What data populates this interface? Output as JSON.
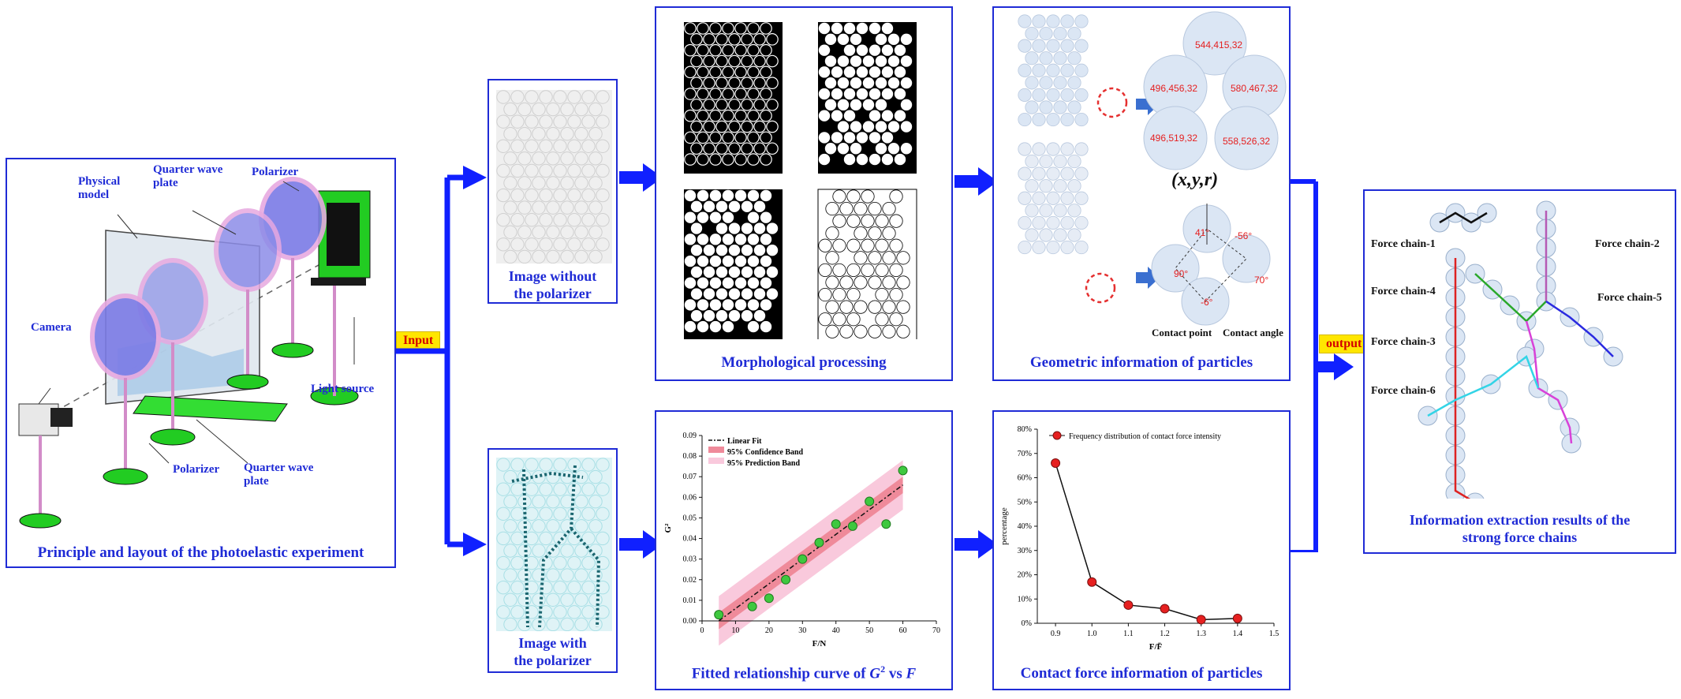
{
  "colors": {
    "frame": "#1f2bd6",
    "arrow": "#1020ff",
    "tag_bg": "#ffe600",
    "tag_text": "#d40000",
    "label_blue": "#1f2bd6"
  },
  "panels": {
    "experiment": {
      "caption": "Principle and layout of the photoelastic experiment",
      "labels": {
        "physical_model": "Physical model",
        "quarter_wave_top": "Quarter wave plate",
        "polarizer_top": "Polarizer",
        "camera": "Camera",
        "light_source": "Light source",
        "polarizer_bottom": "Polarizer",
        "quarter_wave_bottom": "Quarter wave plate"
      }
    },
    "no_polarizer": {
      "caption_line1": "Image without",
      "caption_line2": "the polarizer"
    },
    "with_polarizer": {
      "caption_line1": "Image with",
      "caption_line2": "the polarizer"
    },
    "morphology": {
      "caption": "Morphological processing"
    },
    "geometric": {
      "caption": "Geometric information of particles",
      "coords": [
        "544,415,32",
        "496,456,32",
        "580,467,32",
        "496,519,32",
        "558,526,32"
      ],
      "xyr": "(x,y,r)",
      "angles": [
        "41°",
        "-56°",
        "90°",
        "70°",
        "-6°"
      ],
      "contact_point": "Contact point",
      "contact_angle": "Contact angle"
    },
    "fit": {
      "caption_prefix": "Fitted relationship curve of ",
      "caption_g": "G",
      "caption_sup": "2",
      "caption_suffix": " vs ",
      "caption_f": "F"
    },
    "contact": {
      "caption": "Contact force information of particles"
    },
    "result": {
      "caption_line1": "Information extraction results of the",
      "caption_line2": "strong force chains",
      "chains": [
        "Force chain-1",
        "Force chain-2",
        "Force chain-4",
        "Force chain-5",
        "Force chain-3",
        "Force chain-6"
      ]
    }
  },
  "tags": {
    "input": "Input",
    "output": "output"
  },
  "chart_data": [
    {
      "type": "scatter",
      "xlabel": "F/N",
      "ylabel": "G²",
      "xlim": [
        0,
        70
      ],
      "ylim": [
        0,
        0.09
      ],
      "xticks": [
        "0",
        "10",
        "20",
        "30",
        "40",
        "50",
        "60",
        "70"
      ],
      "yticks": [
        "0.00",
        "0.01",
        "0.02",
        "0.03",
        "0.04",
        "0.05",
        "0.06",
        "0.07",
        "0.08",
        "0.09"
      ],
      "legend": [
        "Linear Fit",
        "95% Confidence Band",
        "95% Prediction Band"
      ],
      "legend_position": "top-left",
      "x": [
        5,
        15,
        20,
        25,
        30,
        35,
        40,
        45,
        50,
        55,
        60
      ],
      "y": [
        0.003,
        0.007,
        0.011,
        0.02,
        0.03,
        0.038,
        0.047,
        0.046,
        0.058,
        0.047,
        0.073
      ],
      "fit": {
        "x": [
          5,
          60
        ],
        "y": [
          0.0,
          0.066
        ]
      }
    },
    {
      "type": "line",
      "xlabel": "F/F̄",
      "ylabel": "percentage",
      "xlim": [
        0.85,
        1.5
      ],
      "ylim": [
        0,
        80
      ],
      "xticks": [
        "0.9",
        "1.0",
        "1.1",
        "1.2",
        "1.3",
        "1.4",
        "1.5"
      ],
      "yticks": [
        "0%",
        "10%",
        "20%",
        "30%",
        "40%",
        "50%",
        "60%",
        "70%",
        "80%"
      ],
      "legend": [
        "Frequency distribution of contact force intensity"
      ],
      "legend_position": "top",
      "x": [
        0.9,
        1.0,
        1.1,
        1.2,
        1.3,
        1.4
      ],
      "y": [
        66,
        17,
        7.5,
        6,
        1.5,
        2
      ]
    }
  ]
}
